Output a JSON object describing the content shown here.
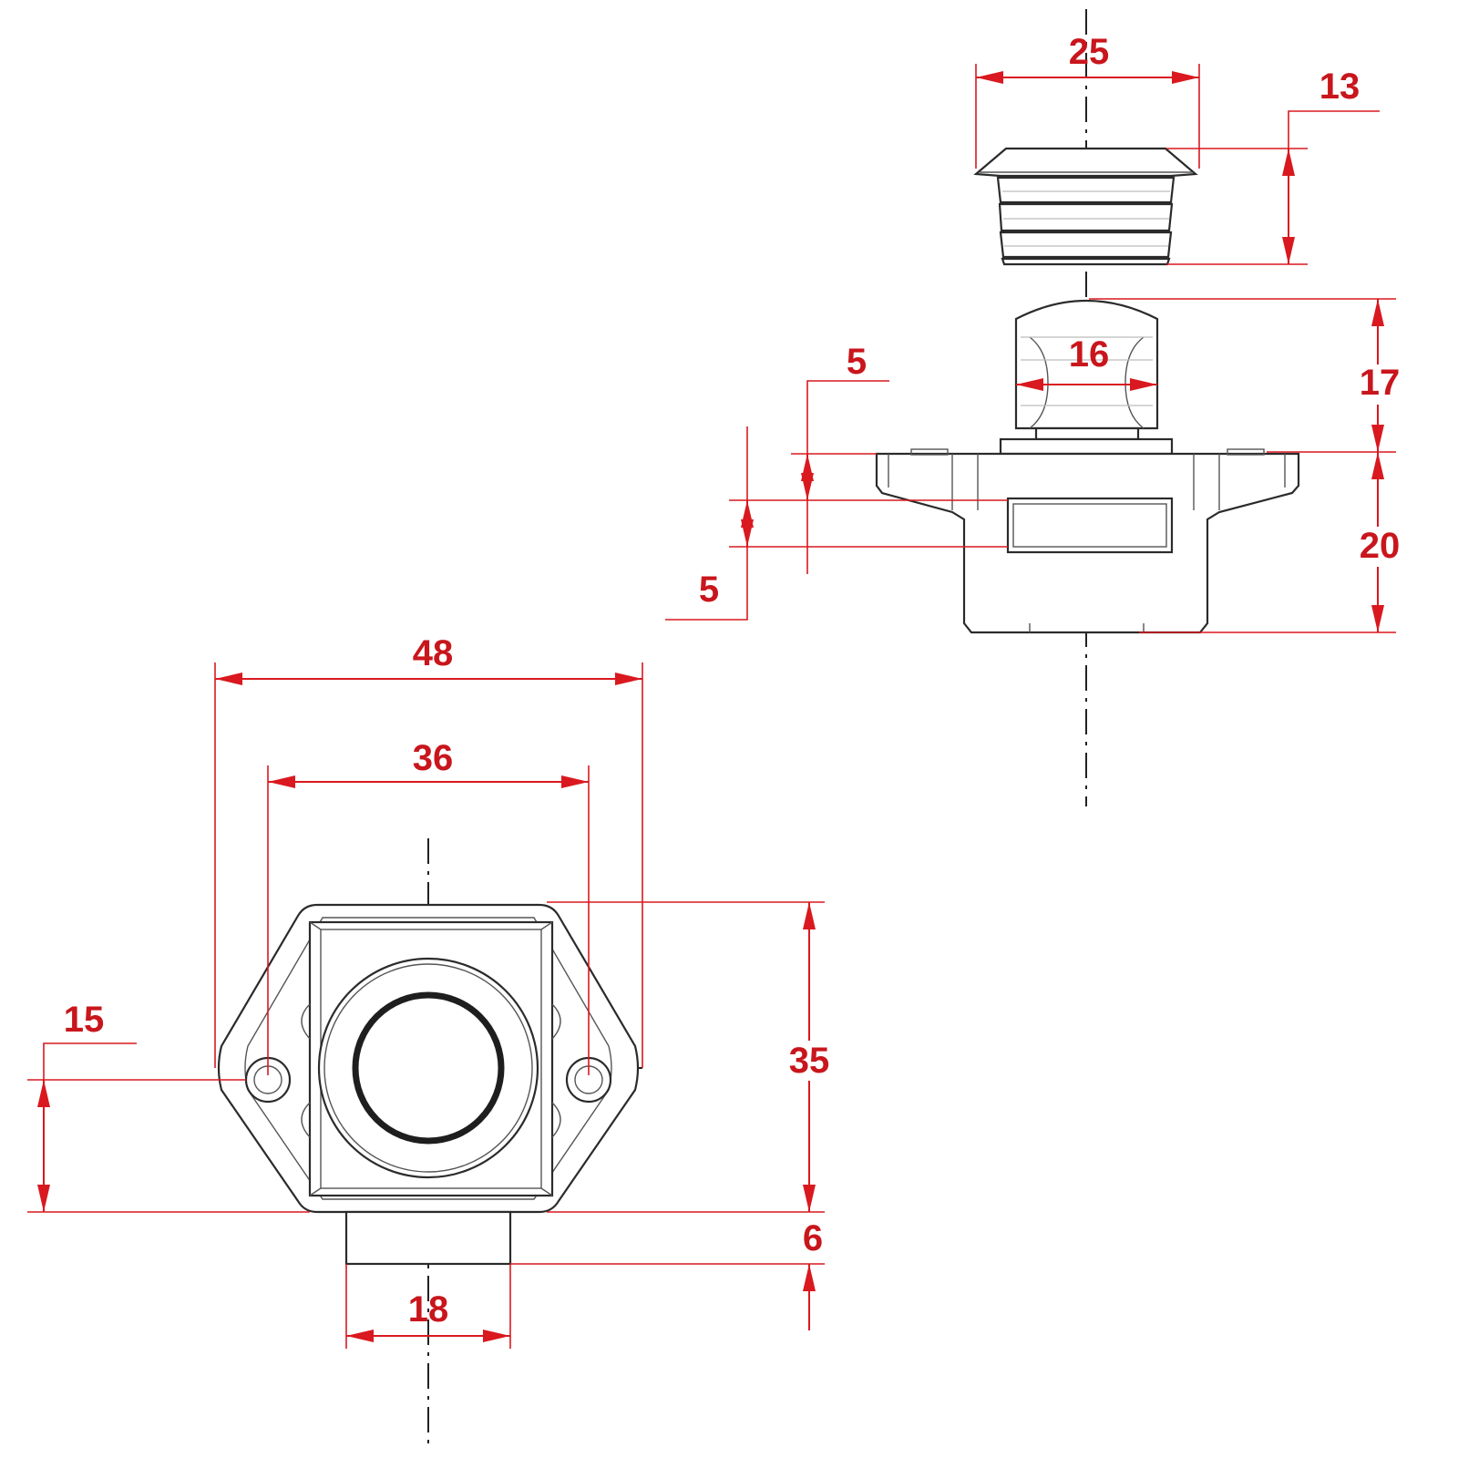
{
  "dimension_color": "#d9191f",
  "line_color": "#2b2b2b",
  "dimensions": {
    "cap_width": "25",
    "cap_height": "13",
    "button_width": "16",
    "button_height": "17",
    "flange_offset_top": "5",
    "flange_thickness": "5",
    "body_height": "20",
    "overall_width": "48",
    "hole_spacing": "36",
    "hole_offset": "15",
    "base_height": "35",
    "tab_depth": "6",
    "tab_width": "18"
  }
}
